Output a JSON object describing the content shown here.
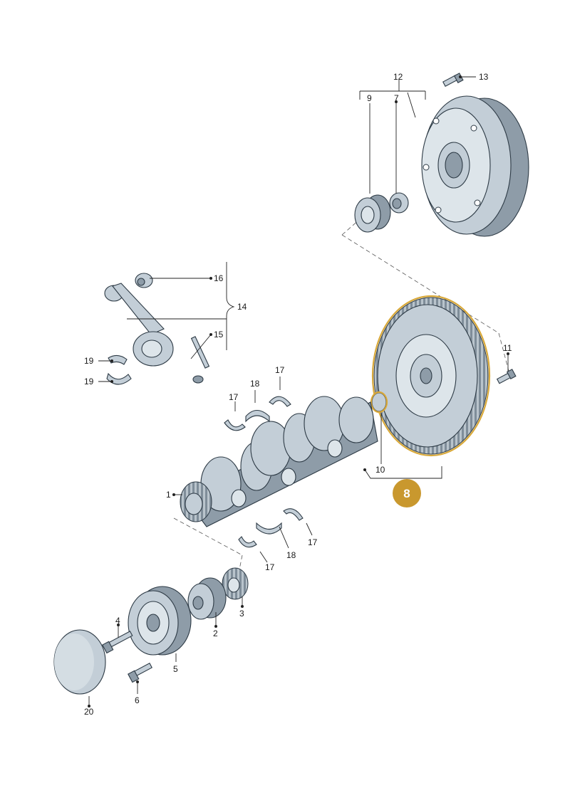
{
  "callouts": {
    "p1": "1",
    "p2": "2",
    "p3": "3",
    "p4": "4",
    "p5": "5",
    "p6": "6",
    "p7": "7",
    "p9": "9",
    "p10": "10",
    "p11": "11",
    "p12": "12",
    "p13": "13",
    "p14": "14",
    "p15": "15",
    "p16": "16",
    "p17a": "17",
    "p17b": "17",
    "p17c": "17",
    "p17d": "17",
    "p18a": "18",
    "p18b": "18",
    "p19a": "19",
    "p19b": "19",
    "p20": "20"
  },
  "highlight": {
    "label": "8",
    "color": "#c9982e"
  }
}
